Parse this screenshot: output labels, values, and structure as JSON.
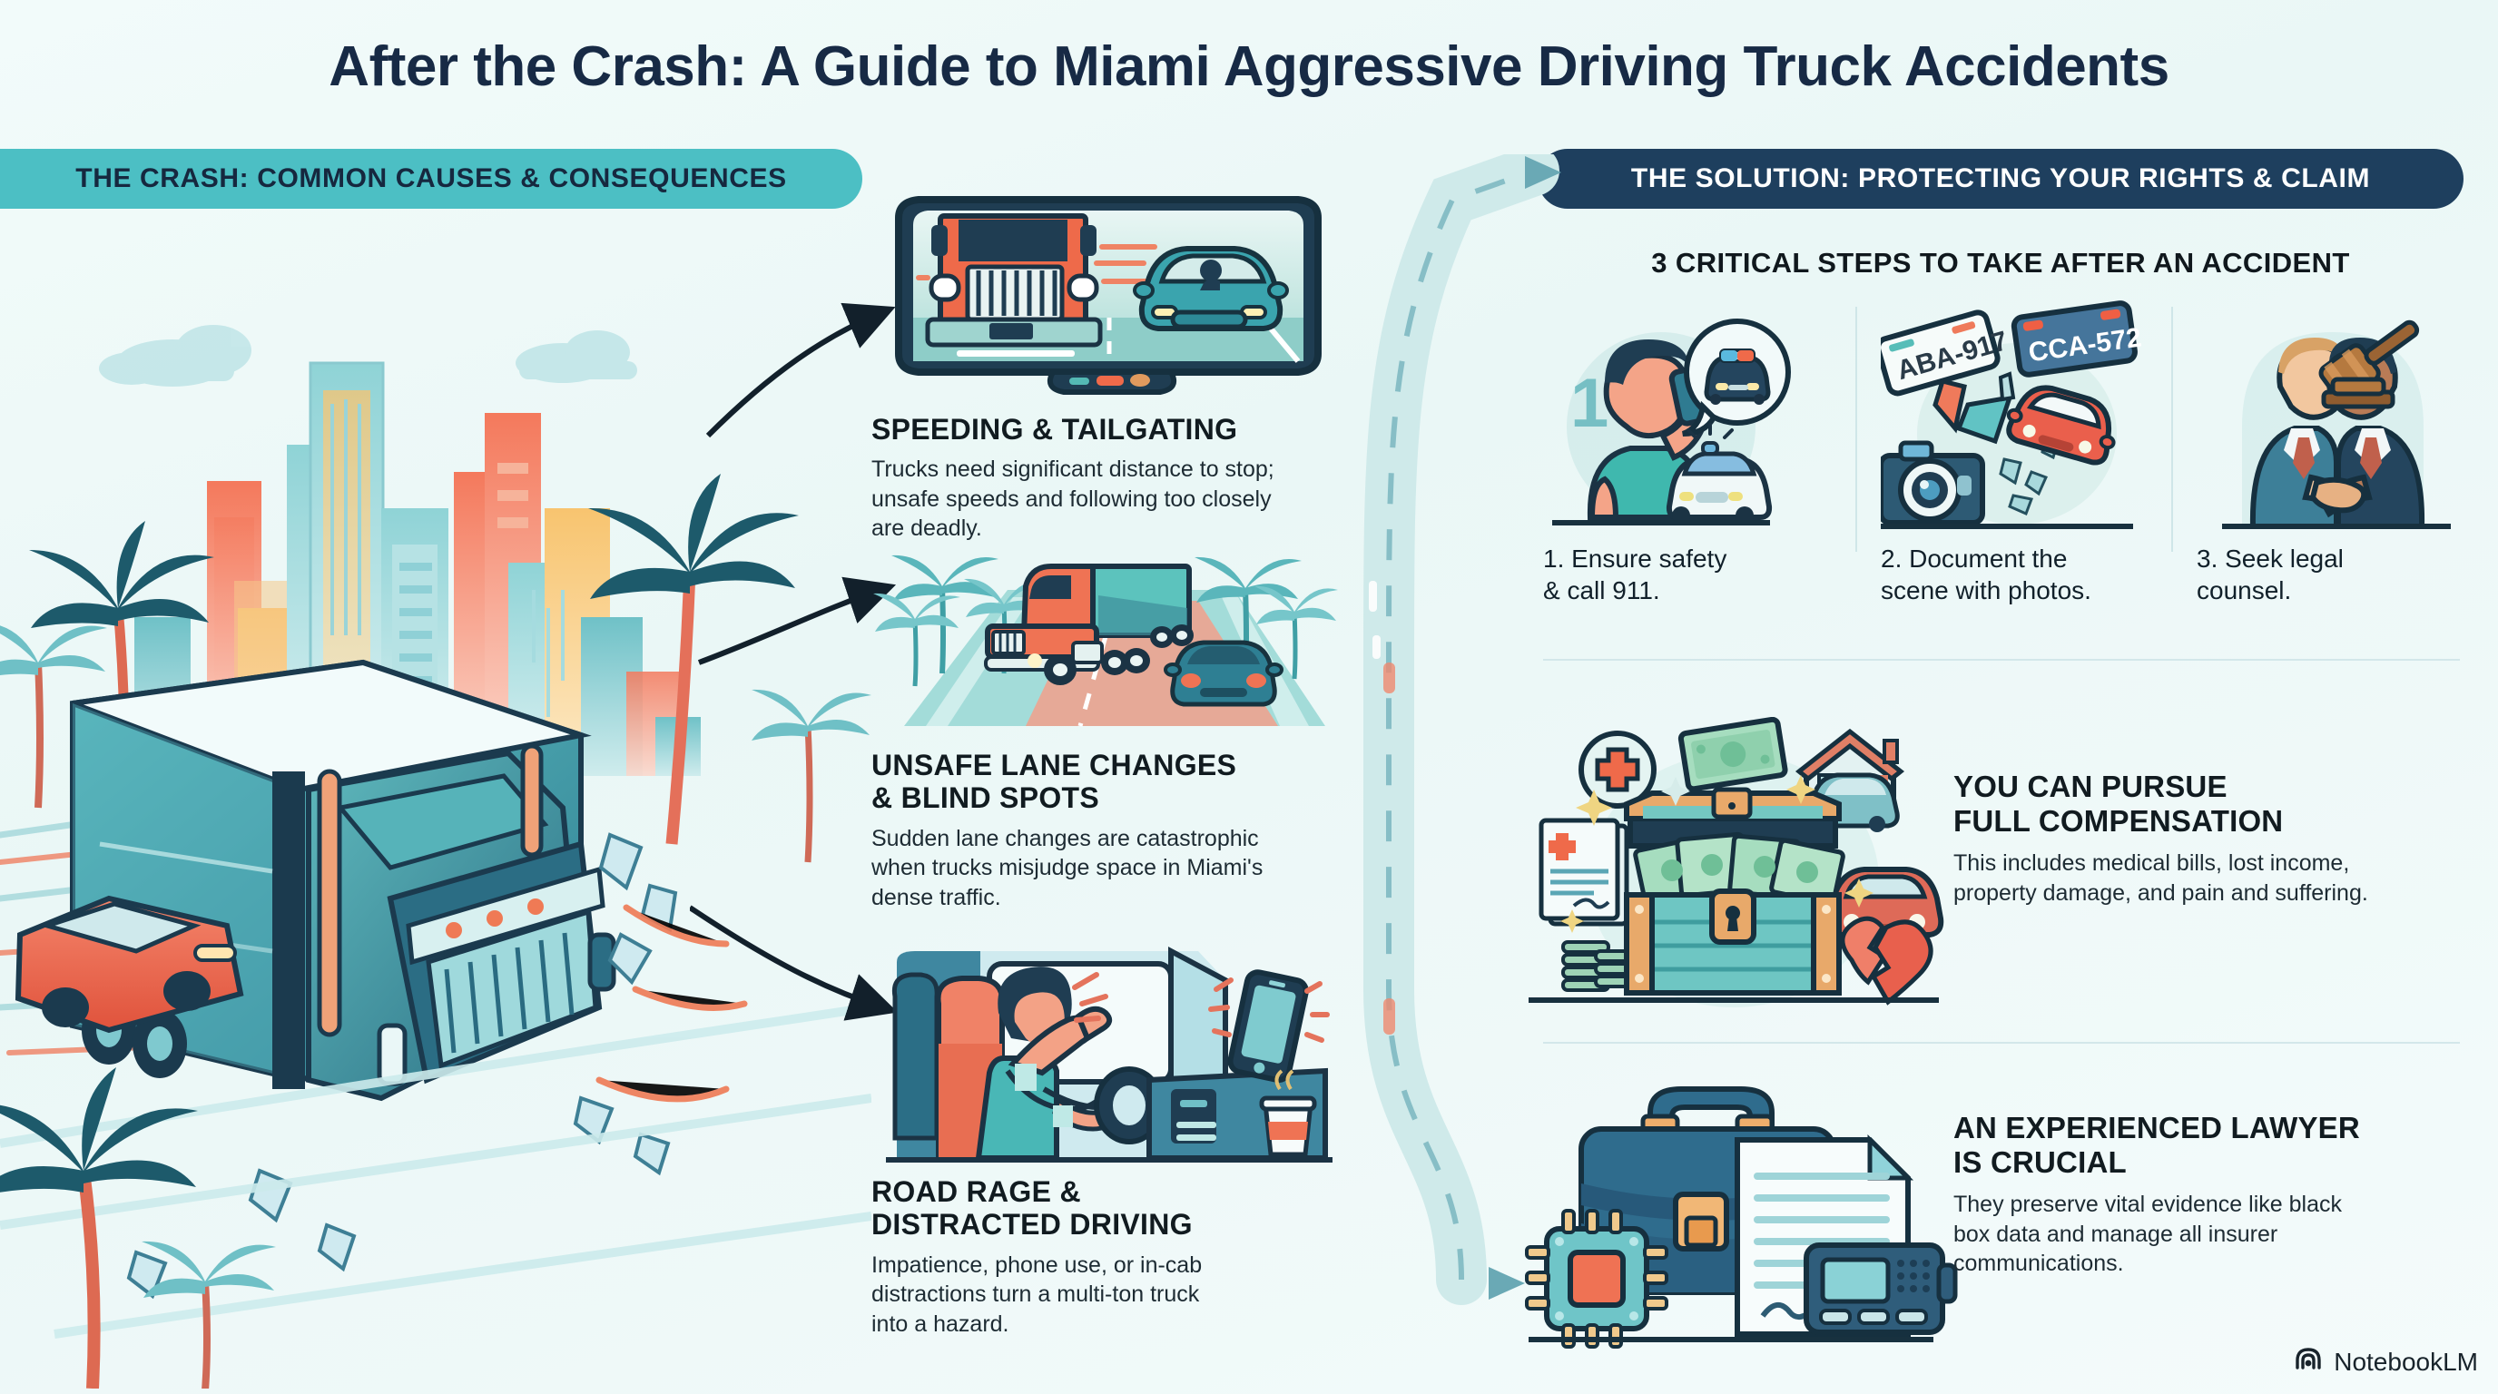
{
  "title": "After the Crash: A Guide to Miami Aggressive Driving Truck Accidents",
  "colors": {
    "background": "#eef8f8",
    "teal_banner": "#4cbfc4",
    "navy_banner": "#1e3f5e",
    "heading_dark": "#111b20",
    "accent_coral": "#ef7055",
    "accent_teal": "#5bc6c8",
    "navy": "#1d3d5c"
  },
  "banners": {
    "left": "THE CRASH: COMMON CAUSES & CONSEQUENCES",
    "right": "THE SOLUTION: PROTECTING YOUR RIGHTS & CLAIM"
  },
  "left_art": {
    "name": "miami-truck-crash-illustration",
    "description": "Semi truck colliding with a red car on a Miami street with palm trees and a city skyline"
  },
  "causes": [
    {
      "heading": "SPEEDING & TAILGATING",
      "body": "Trucks need significant distance to stop;\nunsafe speeds and following too closely\nare deadly.",
      "art": "rearview-mirror-truck-tailgating-illustration"
    },
    {
      "heading": "UNSAFE LANE CHANGES\n& BLIND SPOTS",
      "body": "Sudden lane changes are catastrophic\nwhen trucks misjudge space in Miami's\ndense traffic.",
      "art": "truck-lane-change-highway-illustration"
    },
    {
      "heading": "ROAD RAGE &\nDISTRACTED DRIVING",
      "body": "Impatience, phone use, or in-cab\ndistractions turn a multi-ton truck\ninto a hazard.",
      "art": "angry-driver-cab-phone-illustration"
    }
  ],
  "steps_title": "3 CRITICAL STEPS TO TAKE AFTER AN ACCIDENT",
  "steps": [
    {
      "number": "1",
      "label": "1. Ensure safety\n& call 911.",
      "art": "person-calling-911-police-car-illustration"
    },
    {
      "number": "2",
      "label": "2. Document the\nscene with photos.",
      "art": "camera-license-plates-crash-debris-illustration"
    },
    {
      "number": "3",
      "label": "3. Seek legal\ncounsel.",
      "art": "lawyer-handshake-gavel-illustration"
    }
  ],
  "right_blocks": [
    {
      "heading": "YOU CAN PURSUE\nFULL COMPENSATION",
      "body": "This includes medical bills, lost income,\nproperty damage, and pain and suffering.",
      "art": "treasure-chest-compensation-illustration"
    },
    {
      "heading": "AN EXPERIENCED LAWYER\nIS CRUCIAL",
      "body": "They preserve vital evidence like black\nbox data and manage all insurer\ncommunications.",
      "art": "briefcase-document-black-box-illustration"
    }
  ],
  "license_plates": [
    "ABA-917",
    "CCA-572"
  ],
  "watermark": "NotebookLM"
}
